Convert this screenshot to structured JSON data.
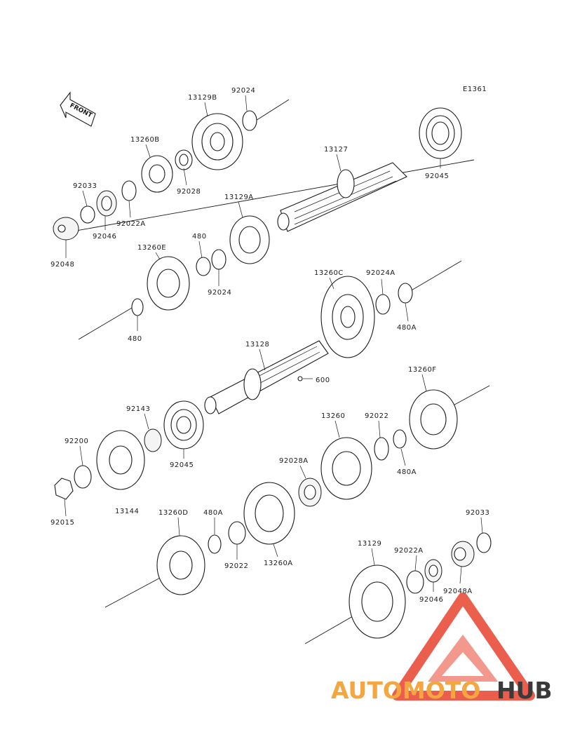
{
  "diagram": {
    "code": "E1361",
    "front_label": "FRONT",
    "labels": {
      "p13129B": "13129B",
      "p92024_top": "92024",
      "p13260B": "13260B",
      "p92028": "92028",
      "p92033_top": "92033",
      "p92022A_top": "92022A",
      "p92046_top": "92046",
      "p92048": "92048",
      "p13127": "13127",
      "p92045_top": "92045",
      "p13129A": "13129A",
      "p480_upper": "480",
      "p13260E": "13260E",
      "p92024_mid": "92024",
      "p480_lower": "480",
      "p13260C": "13260C",
      "p92024A": "92024A",
      "p480A_top": "480A",
      "p13128": "13128",
      "p600": "600",
      "p13260F": "13260F",
      "p92143": "92143",
      "p92200": "92200",
      "p92045_mid": "92045",
      "p13260": "13260",
      "p92022": "92022",
      "p92028A": "92028A",
      "p480A_mid": "480A",
      "p92015": "92015",
      "p13144": "13144",
      "p13260D": "13260D",
      "p480A_low": "480A",
      "p92022_low": "92022",
      "p13260A": "13260A",
      "p92033_low": "92033",
      "p13129": "13129",
      "p92022A_low": "92022A",
      "p92046_low": "92046",
      "p92048A": "92048A"
    }
  },
  "watermark": {
    "brand_part1": "AUTOMOTO",
    "brand_part2": "HUB",
    "colors": {
      "accent": "#e8432e",
      "orange": "#f4a640",
      "dark": "#3a3a3a"
    }
  }
}
